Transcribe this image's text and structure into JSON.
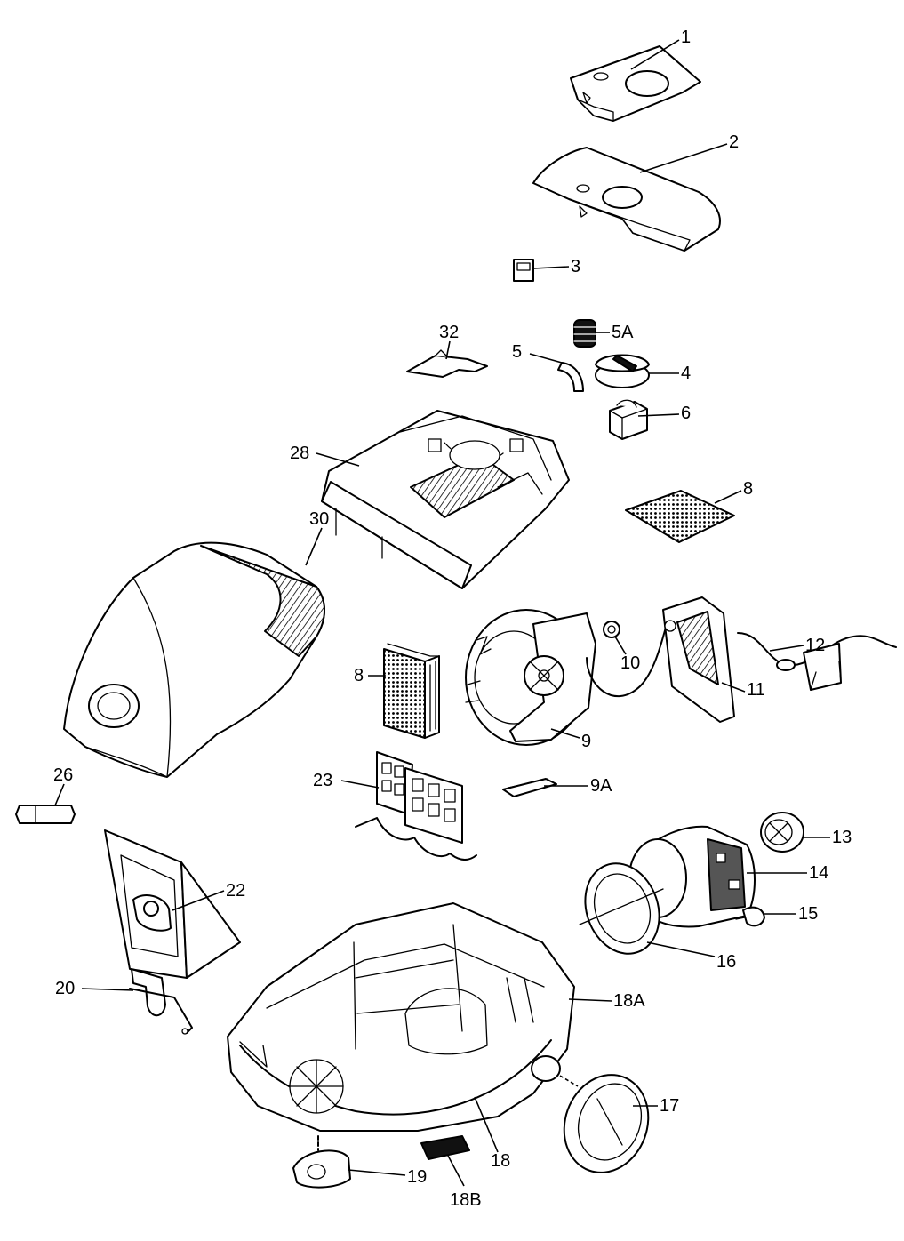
{
  "labels": {
    "p1": "1",
    "p2": "2",
    "p3": "3",
    "p4": "4",
    "p5": "5",
    "p5a": "5A",
    "p6": "6",
    "p8a": "8",
    "p8b": "8",
    "p9": "9",
    "p9a": "9A",
    "p10": "10",
    "p11": "11",
    "p12": "12",
    "p13": "13",
    "p14": "14",
    "p15": "15",
    "p16": "16",
    "p17": "17",
    "p18": "18",
    "p18a": "18A",
    "p18b": "18B",
    "p19": "19",
    "p20": "20",
    "p22": "22",
    "p23": "23",
    "p26": "26",
    "p28": "28",
    "p30": "30",
    "p32": "32"
  }
}
